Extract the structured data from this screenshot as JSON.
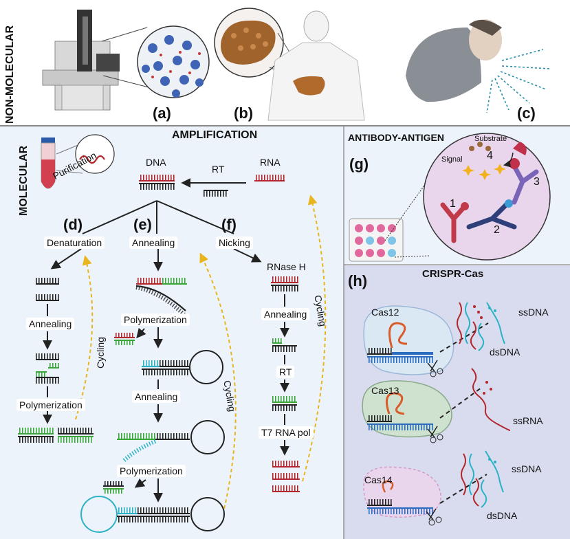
{
  "sections": {
    "non_molecular": "NON-MOLECULAR",
    "molecular": "MOLECULAR"
  },
  "panel_letters": {
    "a": "(a)",
    "b": "(b)",
    "c": "(c)",
    "d": "(d)",
    "e": "(e)",
    "f": "(f)",
    "g": "(g)",
    "h": "(h)"
  },
  "amplification": {
    "title": "AMPLIFICATION",
    "purification": "Purification",
    "dna": "DNA",
    "rt": "RT",
    "rna": "RNA",
    "d": {
      "denaturation": "Denaturation",
      "annealing": "Annealing",
      "polymerization": "Polymerization",
      "cycling": "Cycling"
    },
    "e": {
      "annealing_top": "Annealing",
      "polymerization_1": "Polymerization",
      "annealing_mid": "Annealing",
      "polymerization_2": "Polymerization",
      "cycling": "Cycling"
    },
    "f": {
      "nicking": "Nicking",
      "rnase_h": "RNase H",
      "annealing": "Annealing",
      "rt": "RT",
      "t7": "T7 RNA pol",
      "cycling": "Cycling"
    }
  },
  "antibody": {
    "title": "ANTIBODY-ANTIGEN",
    "substrate": "Substrate",
    "signal": "Signal",
    "num1": "1",
    "num2": "2",
    "num3": "3",
    "num4": "4"
  },
  "crispr": {
    "title": "CRISPR-Cas",
    "cas12": "Cas12",
    "cas13": "Cas13",
    "cas14": "Cas14",
    "ssdna_1": "ssDNA",
    "dsdna_1": "dsDNA",
    "ssrna": "ssRNA",
    "ssdna_2": "ssDNA",
    "dsdna_2": "dsDNA"
  },
  "colors": {
    "panel_bg": "#edf3fb",
    "crispr_bg": "#d9dcef",
    "strand_red": "#b3262b",
    "strand_green": "#3aa538",
    "strand_black": "#222222",
    "strand_cyan": "#2bb2c6",
    "strand_blue": "#2a6cc0",
    "cycling_yellow": "#e8b51c",
    "cas_red": "#d95b2a"
  }
}
